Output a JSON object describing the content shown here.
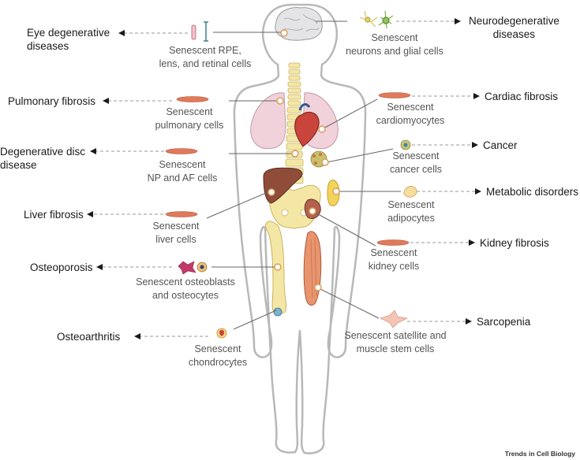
{
  "colors": {
    "body_outline": "#b8b8b8",
    "leader_line": "#666666",
    "dashed_arrow": "#9a9a9a",
    "bone": "#f4e7a6",
    "lung": "#f1d2da",
    "liver": "#8e4c39",
    "kidney": "#b4614d",
    "muscle": "#e8956f",
    "fat": "#f2d45c",
    "cell_fibroblast": "#e07a5a",
    "marker": "#d9a05a"
  },
  "diseases": {
    "eye": [
      "Eye degenerative",
      "diseases"
    ],
    "neuro": [
      "Neurodegenerative",
      "diseases"
    ],
    "pulmonary": [
      "Pulmonary fibrosis"
    ],
    "cardiac": [
      "Cardiac fibrosis"
    ],
    "disc": [
      "Degenerative disc",
      "disease"
    ],
    "cancer": [
      "Cancer"
    ],
    "metabolic": [
      "Metabolic disorders"
    ],
    "liver": [
      "Liver fibrosis"
    ],
    "kidney": [
      "Kidney fibrosis"
    ],
    "osteoporosis": [
      "Osteoporosis"
    ],
    "sarcopenia": [
      "Sarcopenia"
    ],
    "osteoarthritis": [
      "Osteoarthritis"
    ]
  },
  "cells": {
    "rpe": [
      "Senescent RPE,",
      "lens, and retinal cells"
    ],
    "neurons": [
      "Senescent",
      "neurons and glial cells"
    ],
    "pulmonary": [
      "Senescent",
      "pulmonary cells"
    ],
    "cardio": [
      "Senescent",
      "cardiomyocytes"
    ],
    "np_af": [
      "Senescent",
      "NP and AF cells"
    ],
    "cancer": [
      "Senescent",
      "cancer cells"
    ],
    "adipo": [
      "Senescent",
      "adipocytes"
    ],
    "liver": [
      "Senescent",
      "liver cells"
    ],
    "kidney": [
      "Senescent",
      "kidney cells"
    ],
    "osteo": [
      "Senescent osteoblasts",
      "and osteocytes"
    ],
    "satellite": [
      "Senescent satellite and",
      "muscle stem cells"
    ],
    "chondro": [
      "Senescent",
      "chondrocytes"
    ]
  },
  "credit": "Trends in Cell Biology"
}
